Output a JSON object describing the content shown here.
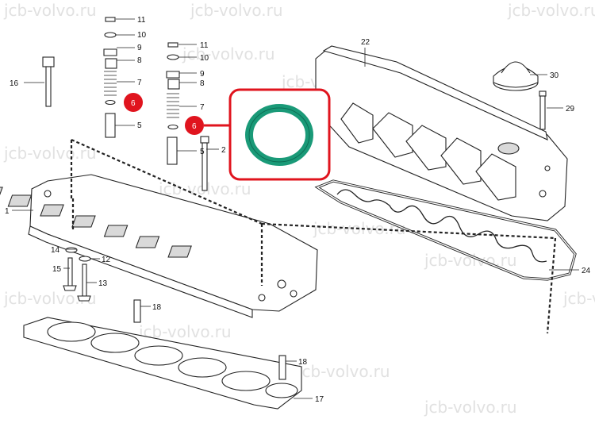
{
  "watermark": "jcb-volvo.ru",
  "callouts": {
    "c1": "1",
    "c2": "2",
    "c5a": "5",
    "c5b": "5",
    "c6a": "6",
    "c6b": "6",
    "c7a": "7",
    "c7b": "7",
    "c8a": "8",
    "c8b": "8",
    "c9a": "9",
    "c9b": "9",
    "c10a": "10",
    "c10b": "10",
    "c11a": "11",
    "c11b": "11",
    "c12": "12",
    "c13": "13",
    "c14": "14",
    "c15": "15",
    "c16": "16",
    "c17": "17",
    "c18a": "18",
    "c18b": "18",
    "c22": "22",
    "c24": "24",
    "c29": "29",
    "c30": "30"
  },
  "colors": {
    "highlight_red": "#e0141e",
    "oring_green": "#1a9a78",
    "line": "#222222",
    "watermark": "#c9c9c9"
  }
}
